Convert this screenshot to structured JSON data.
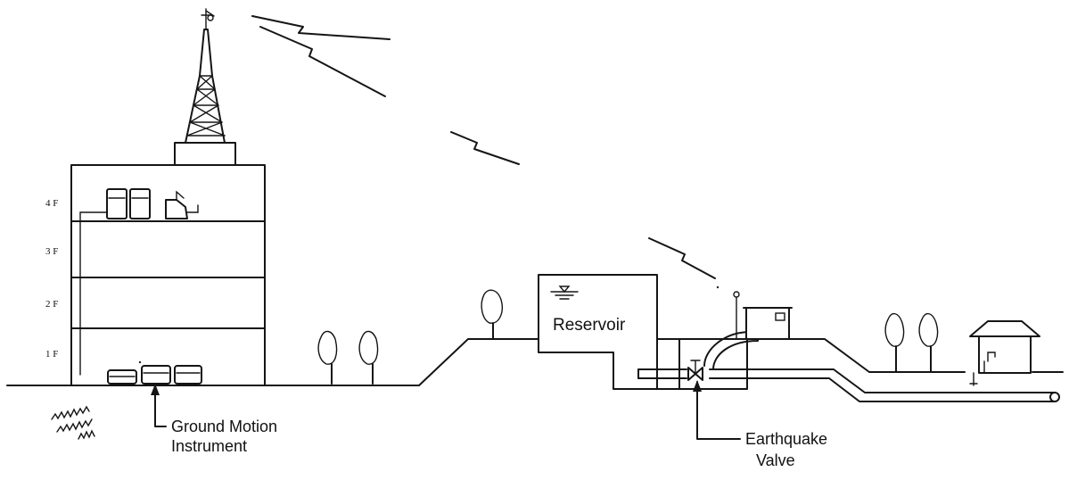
{
  "floors": [
    "4 F",
    "3 F",
    "2 F",
    "1 F"
  ],
  "labels": {
    "ground_motion_line1": "Ground Motion",
    "ground_motion_line2": "Instrument",
    "reservoir": "Reservoir",
    "earthquake_line1": "Earthquake",
    "earthquake_line2": "Valve"
  }
}
